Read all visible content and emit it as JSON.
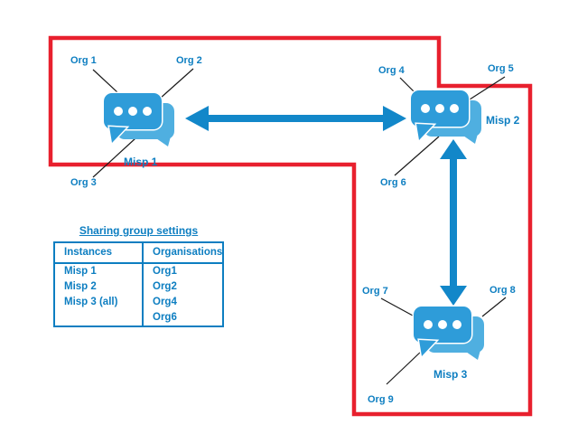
{
  "colors": {
    "red_border": "#e8202e",
    "arrow_blue": "#1287c9",
    "bubble_front": "#2e9cd9",
    "bubble_back": "#4fafe0",
    "label_blue": "#0d7ec1",
    "connector_black": "#1a1a1a"
  },
  "nodes": {
    "misp1": {
      "label": "Misp 1"
    },
    "misp2": {
      "label": "Misp 2"
    },
    "misp3": {
      "label": "Misp 3"
    }
  },
  "org_labels": {
    "org1": "Org 1",
    "org2": "Org 2",
    "org3": "Org 3",
    "org4": "Org 4",
    "org5": "Org 5",
    "org6": "Org 6",
    "org7": "Org 7",
    "org8": "Org 8",
    "org9": "Org 9"
  },
  "sharing_table": {
    "title": "Sharing group settings",
    "headers": [
      "Instances",
      "Organisations"
    ],
    "rows": [
      [
        "Misp 1",
        "Org1"
      ],
      [
        "Misp 2",
        "Org2"
      ],
      [
        "Misp 3 (all)",
        "Org4"
      ],
      [
        "",
        "Org6"
      ]
    ]
  }
}
